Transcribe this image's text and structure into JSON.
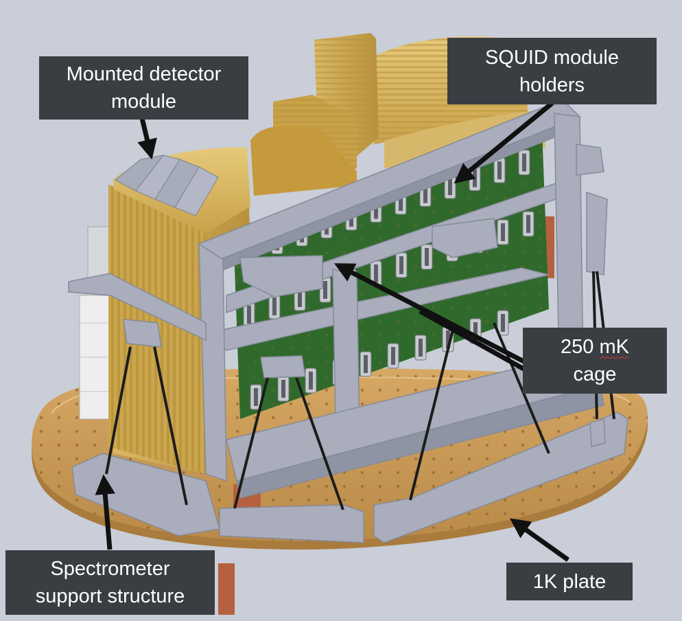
{
  "labels": {
    "detector_module": [
      "Mounted detector",
      "module"
    ],
    "squid_holders": [
      "SQUID module",
      "holders"
    ],
    "cage": {
      "line1_prefix": "250 ",
      "line1_unit": "mK",
      "line2": "cage"
    },
    "support": [
      "Spectrometer",
      "support structure"
    ],
    "plate": "1K plate"
  },
  "colors": {
    "background": "#c9ced8",
    "callout_bg": "#3a3d42",
    "callout_text": "#ffffff",
    "copper_plate": "#c79550",
    "gold_module": "#cda94f",
    "pcb_green": "#2f6a2c",
    "frame_gray": "#a9adbc",
    "arrow": "#111111"
  }
}
